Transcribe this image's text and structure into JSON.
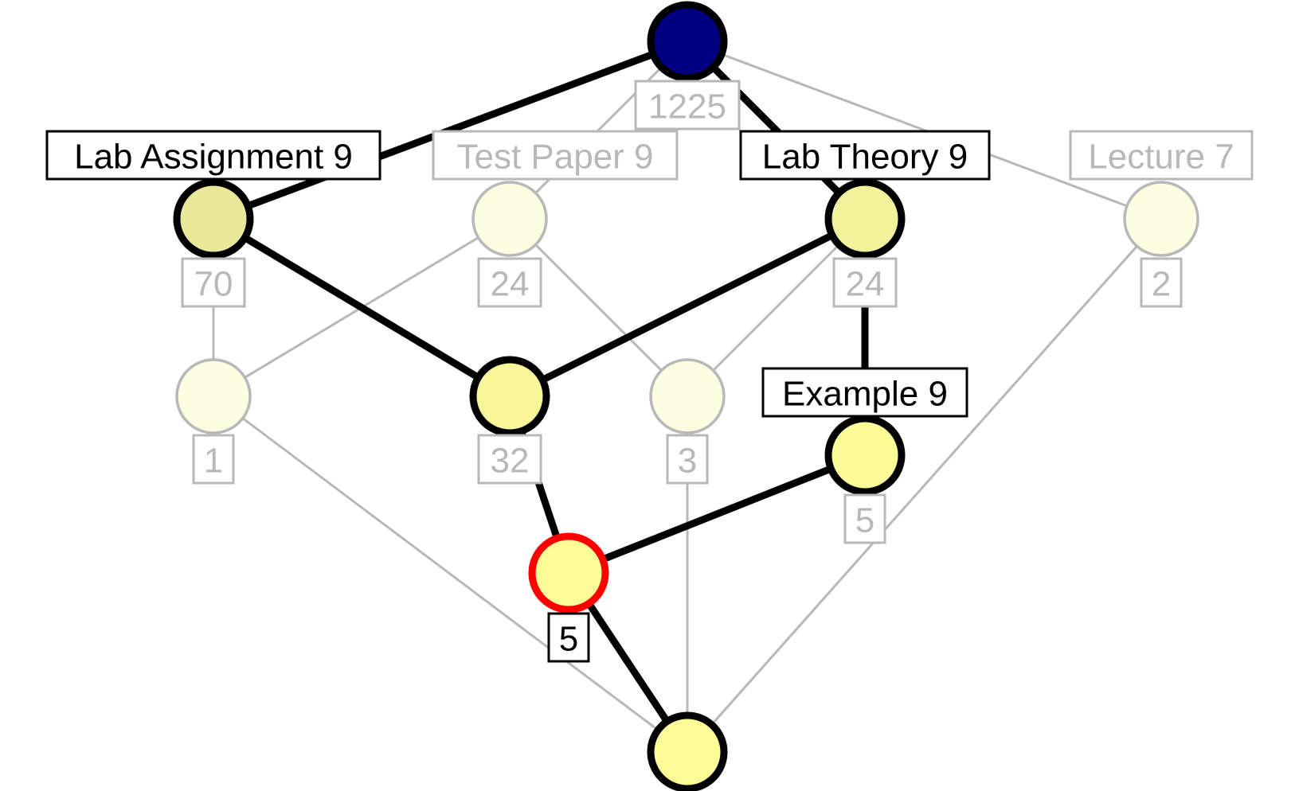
{
  "diagram": {
    "colors": {
      "top_node": "#000080",
      "faded_stroke": "#b8b8b8",
      "bold_stroke": "#000000",
      "selected_stroke": "#ff0000"
    },
    "nodes": [
      {
        "id": "top",
        "fill": "#000080",
        "style": "bold",
        "count": "1225",
        "name": ""
      },
      {
        "id": "lab-assignment",
        "fill": "#e8e898",
        "style": "bold",
        "count": "70",
        "name": "Lab Assignment 9"
      },
      {
        "id": "test-paper",
        "fill": "#fdfde2",
        "style": "faded",
        "count": "24",
        "name": "Test Paper 9"
      },
      {
        "id": "lab-theory",
        "fill": "#f2f29c",
        "style": "bold",
        "count": "24",
        "name": "Lab Theory 9"
      },
      {
        "id": "lecture",
        "fill": "#fdfde2",
        "style": "faded",
        "count": "2",
        "name": "Lecture 7"
      },
      {
        "id": "mid-left",
        "fill": "#fdfde2",
        "style": "faded",
        "count": "1",
        "name": ""
      },
      {
        "id": "mid-center",
        "fill": "#f8f89a",
        "style": "bold",
        "count": "32",
        "name": ""
      },
      {
        "id": "mid-right",
        "fill": "#fdfde2",
        "style": "faded",
        "count": "3",
        "name": ""
      },
      {
        "id": "example",
        "fill": "#fbfb98",
        "style": "bold",
        "count": "5",
        "name": "Example 9"
      },
      {
        "id": "selected",
        "fill": "#fdfd98",
        "style": "selected",
        "count": "5",
        "name": ""
      },
      {
        "id": "bottom",
        "fill": "#fdfd98",
        "style": "bold",
        "count": "",
        "name": ""
      }
    ],
    "edges": [
      {
        "from": "top",
        "to": "test-paper",
        "style": "faded"
      },
      {
        "from": "top",
        "to": "lecture",
        "style": "faded"
      },
      {
        "from": "top",
        "to": "lab-assignment",
        "style": "bold"
      },
      {
        "from": "top",
        "to": "lab-theory",
        "style": "bold"
      },
      {
        "from": "lab-assignment",
        "to": "mid-left",
        "style": "faded"
      },
      {
        "from": "test-paper",
        "to": "mid-left",
        "style": "faded"
      },
      {
        "from": "test-paper",
        "to": "mid-right",
        "style": "faded"
      },
      {
        "from": "lab-theory",
        "to": "mid-right",
        "style": "faded"
      },
      {
        "from": "lecture",
        "to": "bottom",
        "style": "faded"
      },
      {
        "from": "mid-left",
        "to": "bottom",
        "style": "faded"
      },
      {
        "from": "mid-right",
        "to": "bottom",
        "style": "faded"
      },
      {
        "from": "lab-assignment",
        "to": "mid-center",
        "style": "bold"
      },
      {
        "from": "lab-theory",
        "to": "mid-center",
        "style": "bold"
      },
      {
        "from": "lab-theory",
        "to": "example",
        "style": "bold"
      },
      {
        "from": "mid-center",
        "to": "selected",
        "style": "bold"
      },
      {
        "from": "example",
        "to": "selected",
        "style": "bold"
      },
      {
        "from": "selected",
        "to": "bottom",
        "style": "bold"
      }
    ]
  }
}
